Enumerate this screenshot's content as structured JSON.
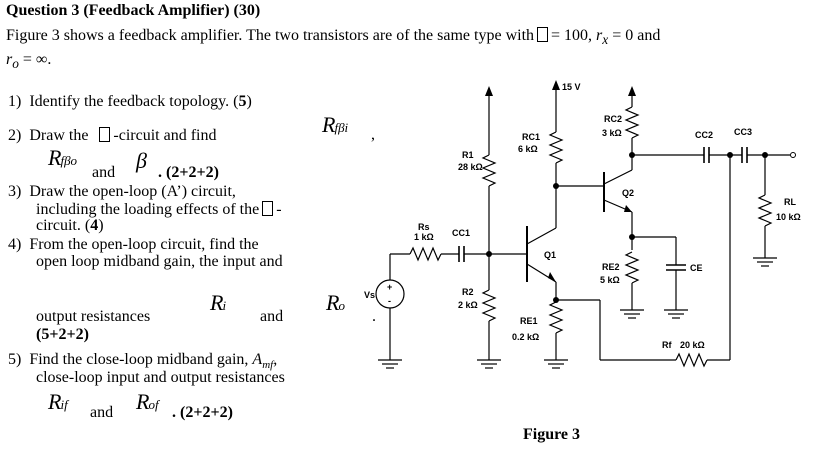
{
  "question": {
    "title": "Question 3 (Feedback Amplifier) (30)",
    "intro_line1_a": "Figure 3 shows a feedback amplifier. The two transistors are of the same type with",
    "intro_line1_b": "= 100,",
    "intro_rx": "r",
    "intro_rx_sub": "x",
    "intro_rx_val": "= 0 and",
    "intro_ro": "r",
    "intro_ro_sub": "o",
    "intro_ro_val": "= ∞."
  },
  "items": [
    {
      "num": "1)",
      "text": "Identify the feedback topology. (",
      "pts": "5",
      "end": ")"
    },
    {
      "num": "2)",
      "t1": "Draw   the",
      "t2": "-circuit   and   find",
      "sym1": "R",
      "sym1_sub": "fβi",
      "comma": ",",
      "sym2": "R",
      "sym2_sub": "fβo",
      "and": "and",
      "beta": "β",
      "pts": ". (2+2+2)"
    },
    {
      "num": "3)",
      "l1": "Draw      the      open-loop      (A’)      circuit,",
      "l2": "including the loading effects of the",
      "l2b": "-",
      "l3": "circuit. (",
      "pts": "4",
      "l3end": ")"
    },
    {
      "num": "4)",
      "l1": "From  the  open-loop  circuit,  find  the",
      "l2": "open loop midband gain, the input and",
      "l3a": "output    resistances",
      "ri": "R",
      "ri_sub": "i",
      "l3and": "and",
      "ro": "R",
      "ro_sub": "o",
      "dot": ".",
      "pts": "(5+2+2)"
    },
    {
      "num": "5)",
      "l1a": "Find the close-loop midband gain,",
      "amf": "A",
      "amf_sub": "mf",
      "l1b": ",",
      "l2": "close-loop input and output resistances",
      "rif": "R",
      "rif_sub": "if",
      "and": "and",
      "rof": "R",
      "rof_sub": "of",
      "pts": ". (2+2+2)"
    }
  ],
  "circuit": {
    "vcc": "15 V",
    "r1_name": "R1",
    "r1_val": "28 kΩ",
    "r2_name": "R2",
    "r2_val": "2 kΩ",
    "rc1_name": "RC1",
    "rc1_val": "6 kΩ",
    "re1_name": "RE1",
    "re1_val": "0.2 kΩ",
    "rc2_name": "RC2",
    "rc2_val": "3 kΩ",
    "re2_name": "RE2",
    "re2_val": "5 kΩ",
    "rs_name": "Rs",
    "rs_val": "1 kΩ",
    "rf_name": "Rf",
    "rf_val": "20 kΩ",
    "rl_name": "RL",
    "rl_val": "10 kΩ",
    "c1": "CC1",
    "c2": "CC2",
    "c3": "CC3",
    "ce": "CE",
    "q1": "Q1",
    "q2": "Q2",
    "vs": "Vs",
    "plus": "+",
    "minus": "-"
  },
  "caption": "Figure 3"
}
